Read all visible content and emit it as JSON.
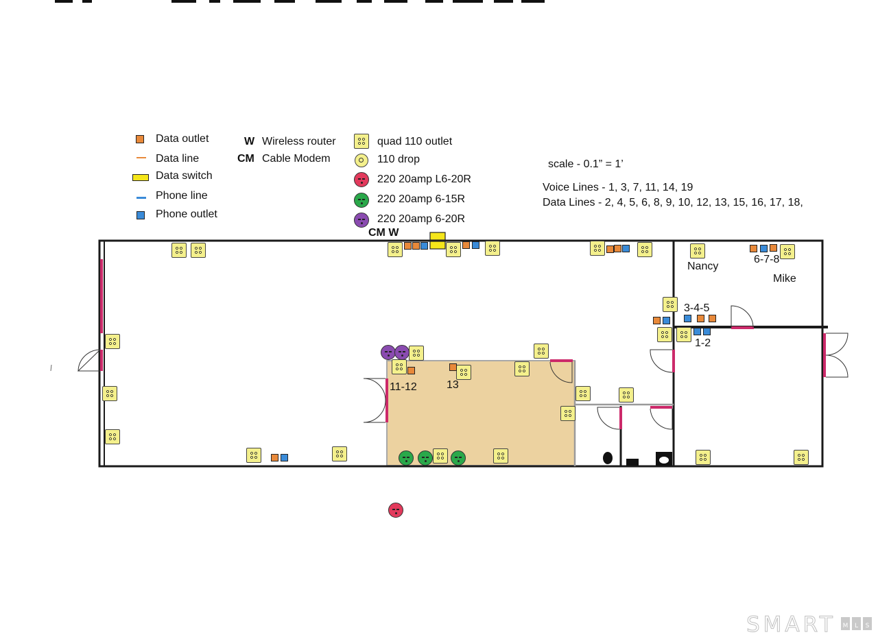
{
  "legend": {
    "data_outlet": "Data outlet",
    "data_line": "Data line",
    "data_switch": "Data switch",
    "phone_line": "Phone line",
    "phone_outlet": "Phone outlet",
    "wireless_key": "W",
    "wireless_label": "Wireless router",
    "cable_key": "CM",
    "cable_label": "Cable Modem",
    "quad_outlet": "quad 110 outlet",
    "drop": "110 drop",
    "r220_l620r": "220 20amp L6-20R",
    "r220_615r": "220 20amp 6-15R",
    "r220_620r": "220 20amp 6-20R"
  },
  "notes": {
    "scale": "scale - 0.1” = 1’",
    "voice_lines": "Voice Lines - 1, 3, 7, 11, 14, 19",
    "data_lines": "Data Lines - 2, 4, 5, 6, 8, 9, 10, 12, 13, 15, 16, 17, 18,"
  },
  "plan_labels": {
    "cm_w": "CM W",
    "nancy": "Nancy",
    "mike": "Mike",
    "l678": "6-7-8",
    "l345": "3-4-5",
    "l12": "1-2",
    "l1112": "11-12",
    "l13": "13"
  },
  "brand": {
    "name": "SMART",
    "letters": [
      "M",
      "L",
      "S"
    ]
  },
  "colors": {
    "data_orange": "#e8893a",
    "phone_blue": "#3a8bd8",
    "switch_yellow": "#f5e61a",
    "quad_yellow": "#f4f08c",
    "door_magenta": "#cc2a6a",
    "room_tan": "#ecd2a0",
    "red_220": "#e23a5c",
    "green_220": "#2aa84a",
    "purple_220": "#8a4bb0"
  }
}
